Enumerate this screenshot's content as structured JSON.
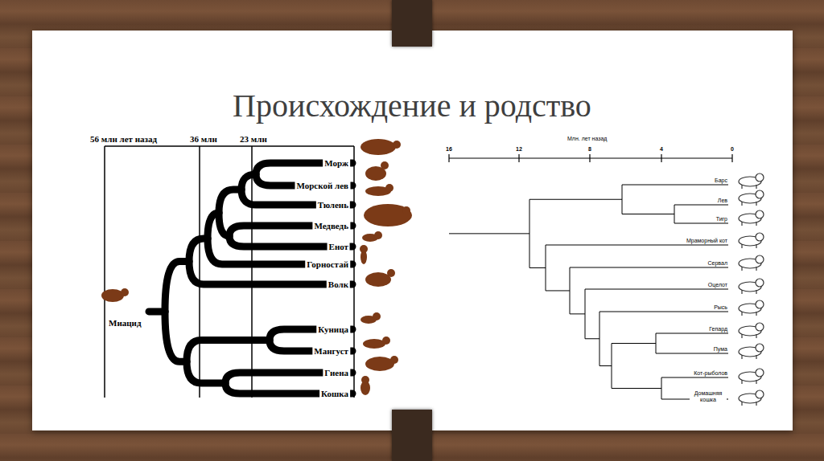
{
  "diagram": {
    "title": "Происхождение и родство",
    "labels": [
      "56 млн лет назад",
      "36 млн",
      "23 млн",
      "Морж",
      "Морской лев",
      "Тюлень",
      "Медведь",
      "Енот",
      "Горностай",
      "Волк",
      "Миацид",
      "Куница",
      "Мангуст",
      "Гиена",
      "Кошка",
      "Млн. лет назад",
      "16",
      "12",
      "8",
      "4",
      "0",
      "Барс",
      "Лев",
      "Тигр",
      "Мраморный кот",
      "Сервал",
      "Оцелот",
      "Рысь",
      "Гепард",
      "Пума",
      "Кот-рыболов",
      "Домашняя кошка"
    ]
  }
}
